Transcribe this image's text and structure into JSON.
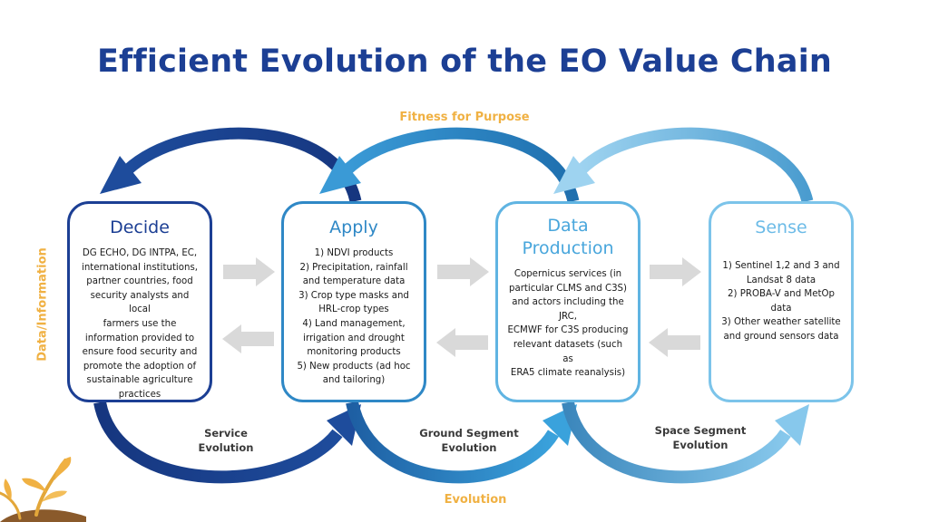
{
  "title": "Efficient Evolution of the EO Value Chain",
  "labels": {
    "fitness": "Fitness for Purpose",
    "evolution": "Evolution",
    "data_information": "Data/Information"
  },
  "segments": {
    "service": [
      "Service",
      "Evolution"
    ],
    "ground": [
      "Ground Segment",
      "Evolution"
    ],
    "space": [
      "Space Segment",
      "Evolution"
    ]
  },
  "boxes": {
    "decide": {
      "title": "Decide",
      "lines": [
        "DG ECHO, DG INTPA, EC,",
        "international institutions,",
        "partner countries, food",
        "security analysts and local",
        "farmers use the",
        "information provided to",
        "ensure food security and",
        "promote the adoption of",
        "sustainable agriculture",
        "practices"
      ]
    },
    "apply": {
      "title": "Apply",
      "lines": [
        "1)  NDVI products",
        "2)  Precipitation, rainfall",
        "and temperature data",
        "3)  Crop type masks and",
        "HRL-crop types",
        "4)  Land management,",
        "irrigation and drought",
        "monitoring products",
        "5)  New products (ad hoc",
        "and tailoring)"
      ]
    },
    "data": {
      "title_lines": [
        "Data",
        "Production"
      ],
      "lines": [
        "Copernicus services (in",
        "particular CLMS and C3S)",
        "and actors including the JRC,",
        "ECMWF for C3S producing",
        "relevant datasets (such as",
        "ERA5 climate reanalysis)"
      ]
    },
    "sense": {
      "title": "Sense",
      "lines": [
        "1) Sentinel 1,2 and 3 and",
        "Landsat 8 data",
        "2) PROBA-V and MetOp",
        "data",
        "3) Other weather satellite",
        "and ground sensors data"
      ]
    }
  },
  "colors": {
    "navy": "#1c3f94",
    "blue": "#2f88c6",
    "light_blue": "#60b4e2",
    "pale_blue": "#7cc4ea",
    "orange": "#f0b143",
    "gray_arrow": "#d9d9d9"
  }
}
